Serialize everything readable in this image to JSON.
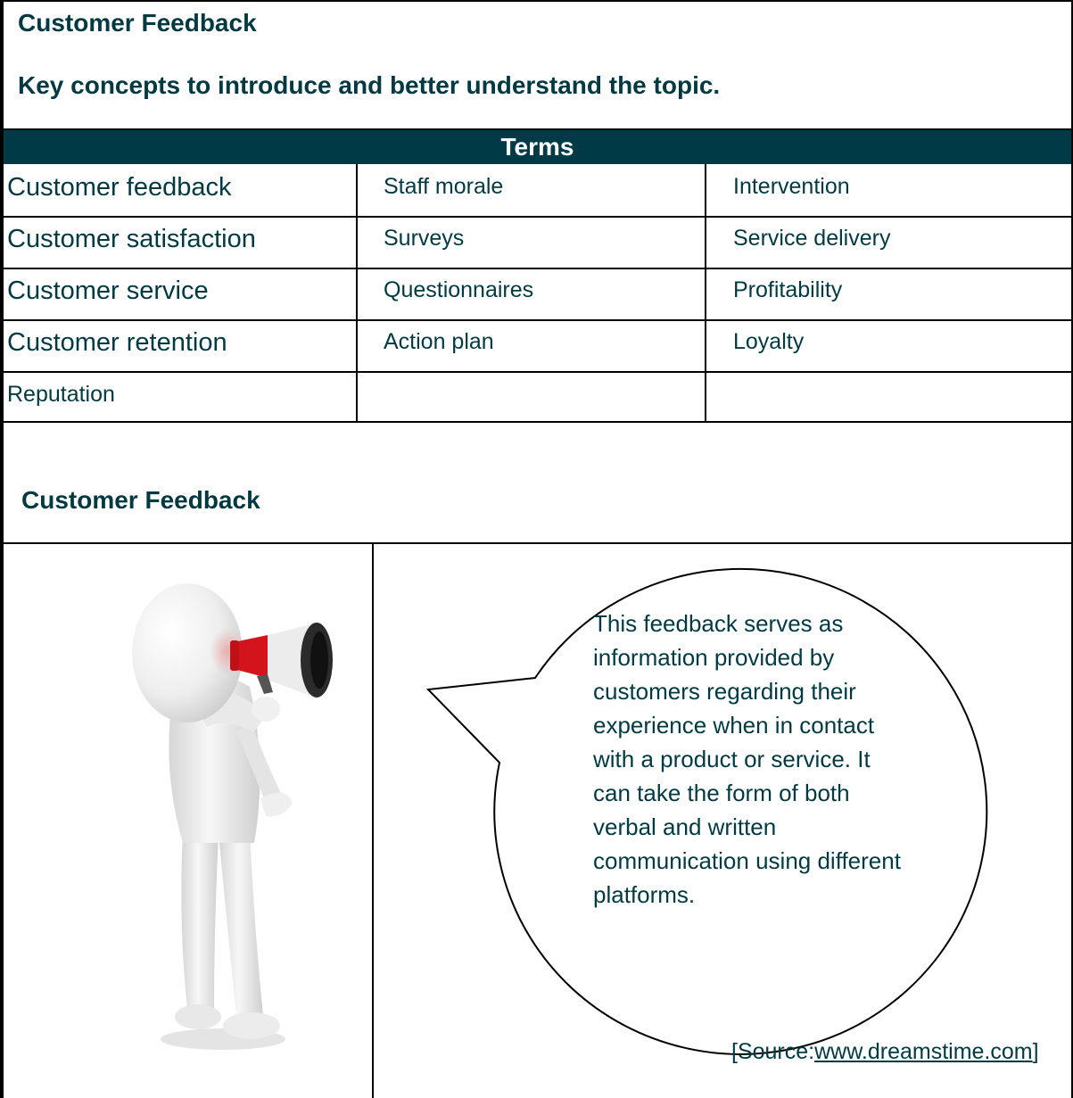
{
  "heading": {
    "title": "Customer Feedback",
    "subtitle": "Key concepts to introduce and better understand the topic."
  },
  "terms": {
    "header": "Terms",
    "rows": [
      [
        "Customer feedback",
        "Staff morale",
        "Intervention"
      ],
      [
        "Customer satisfaction",
        "Surveys",
        "Service delivery"
      ],
      [
        "Customer service",
        "Questionnaires",
        "Profitability"
      ],
      [
        "Customer retention",
        "Action plan",
        "Loyalty"
      ],
      [
        "Reputation",
        "",
        ""
      ]
    ]
  },
  "section": {
    "title": "Customer Feedback",
    "bubble_text": "This feedback serves as information provided by customers regarding their experience when in contact with a product or service. It can take the form of both verbal and written communication using different platforms.",
    "source_prefix": "[Source:",
    "source_link": "www.dreamstime.com",
    "source_suffix": "]"
  },
  "colors": {
    "header_bg": "#003a47",
    "text": "#003a40",
    "megaphone_red": "#d4141c"
  }
}
